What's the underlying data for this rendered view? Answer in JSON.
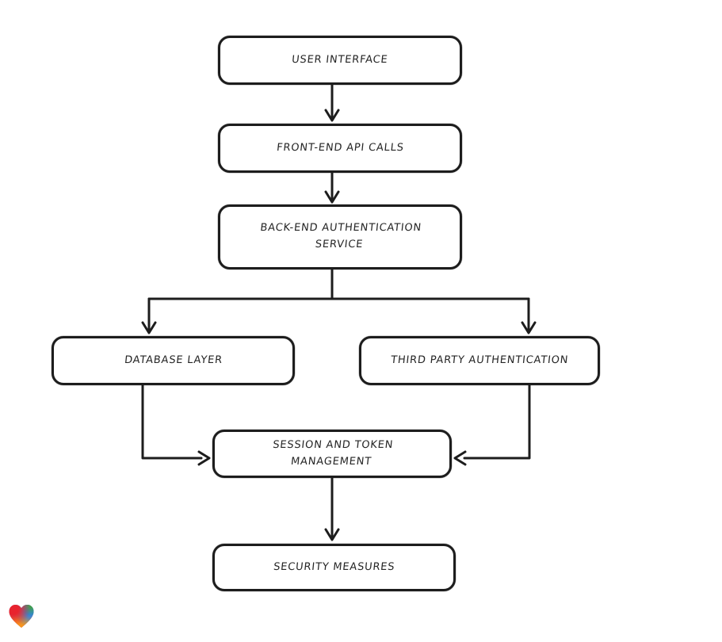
{
  "diagram": {
    "type": "flowchart",
    "nodes": [
      {
        "id": "user-interface",
        "label": "USER INTERFACE"
      },
      {
        "id": "front-end-api-calls",
        "label": "FRONT-END API CALLS"
      },
      {
        "id": "back-end-authentication-service",
        "label": "BACK-END AUTHENTICATION SERVICE"
      },
      {
        "id": "database-layer",
        "label": "DATABASE LAYER"
      },
      {
        "id": "third-party-authentication",
        "label": "THIRD PARTY AUTHENTICATION"
      },
      {
        "id": "session-and-token-management",
        "label": "SESSION AND TOKEN MANAGEMENT"
      },
      {
        "id": "security-measures",
        "label": "SECURITY MEASURES"
      }
    ],
    "edges": [
      {
        "from": "user-interface",
        "to": "front-end-api-calls"
      },
      {
        "from": "front-end-api-calls",
        "to": "back-end-authentication-service"
      },
      {
        "from": "back-end-authentication-service",
        "to": "database-layer"
      },
      {
        "from": "back-end-authentication-service",
        "to": "third-party-authentication"
      },
      {
        "from": "database-layer",
        "to": "session-and-token-management"
      },
      {
        "from": "third-party-authentication",
        "to": "session-and-token-management"
      },
      {
        "from": "session-and-token-management",
        "to": "security-measures"
      }
    ],
    "style": {
      "ink_color": "#1d1d1d",
      "node_fill": "#ffffff",
      "background": "#ffffff"
    },
    "watermark": {
      "icon": "heart-icon",
      "gradient_colors": [
        "#e8232e",
        "#43a047",
        "#2e86de",
        "#f7941d",
        "#9b59b6"
      ]
    }
  }
}
